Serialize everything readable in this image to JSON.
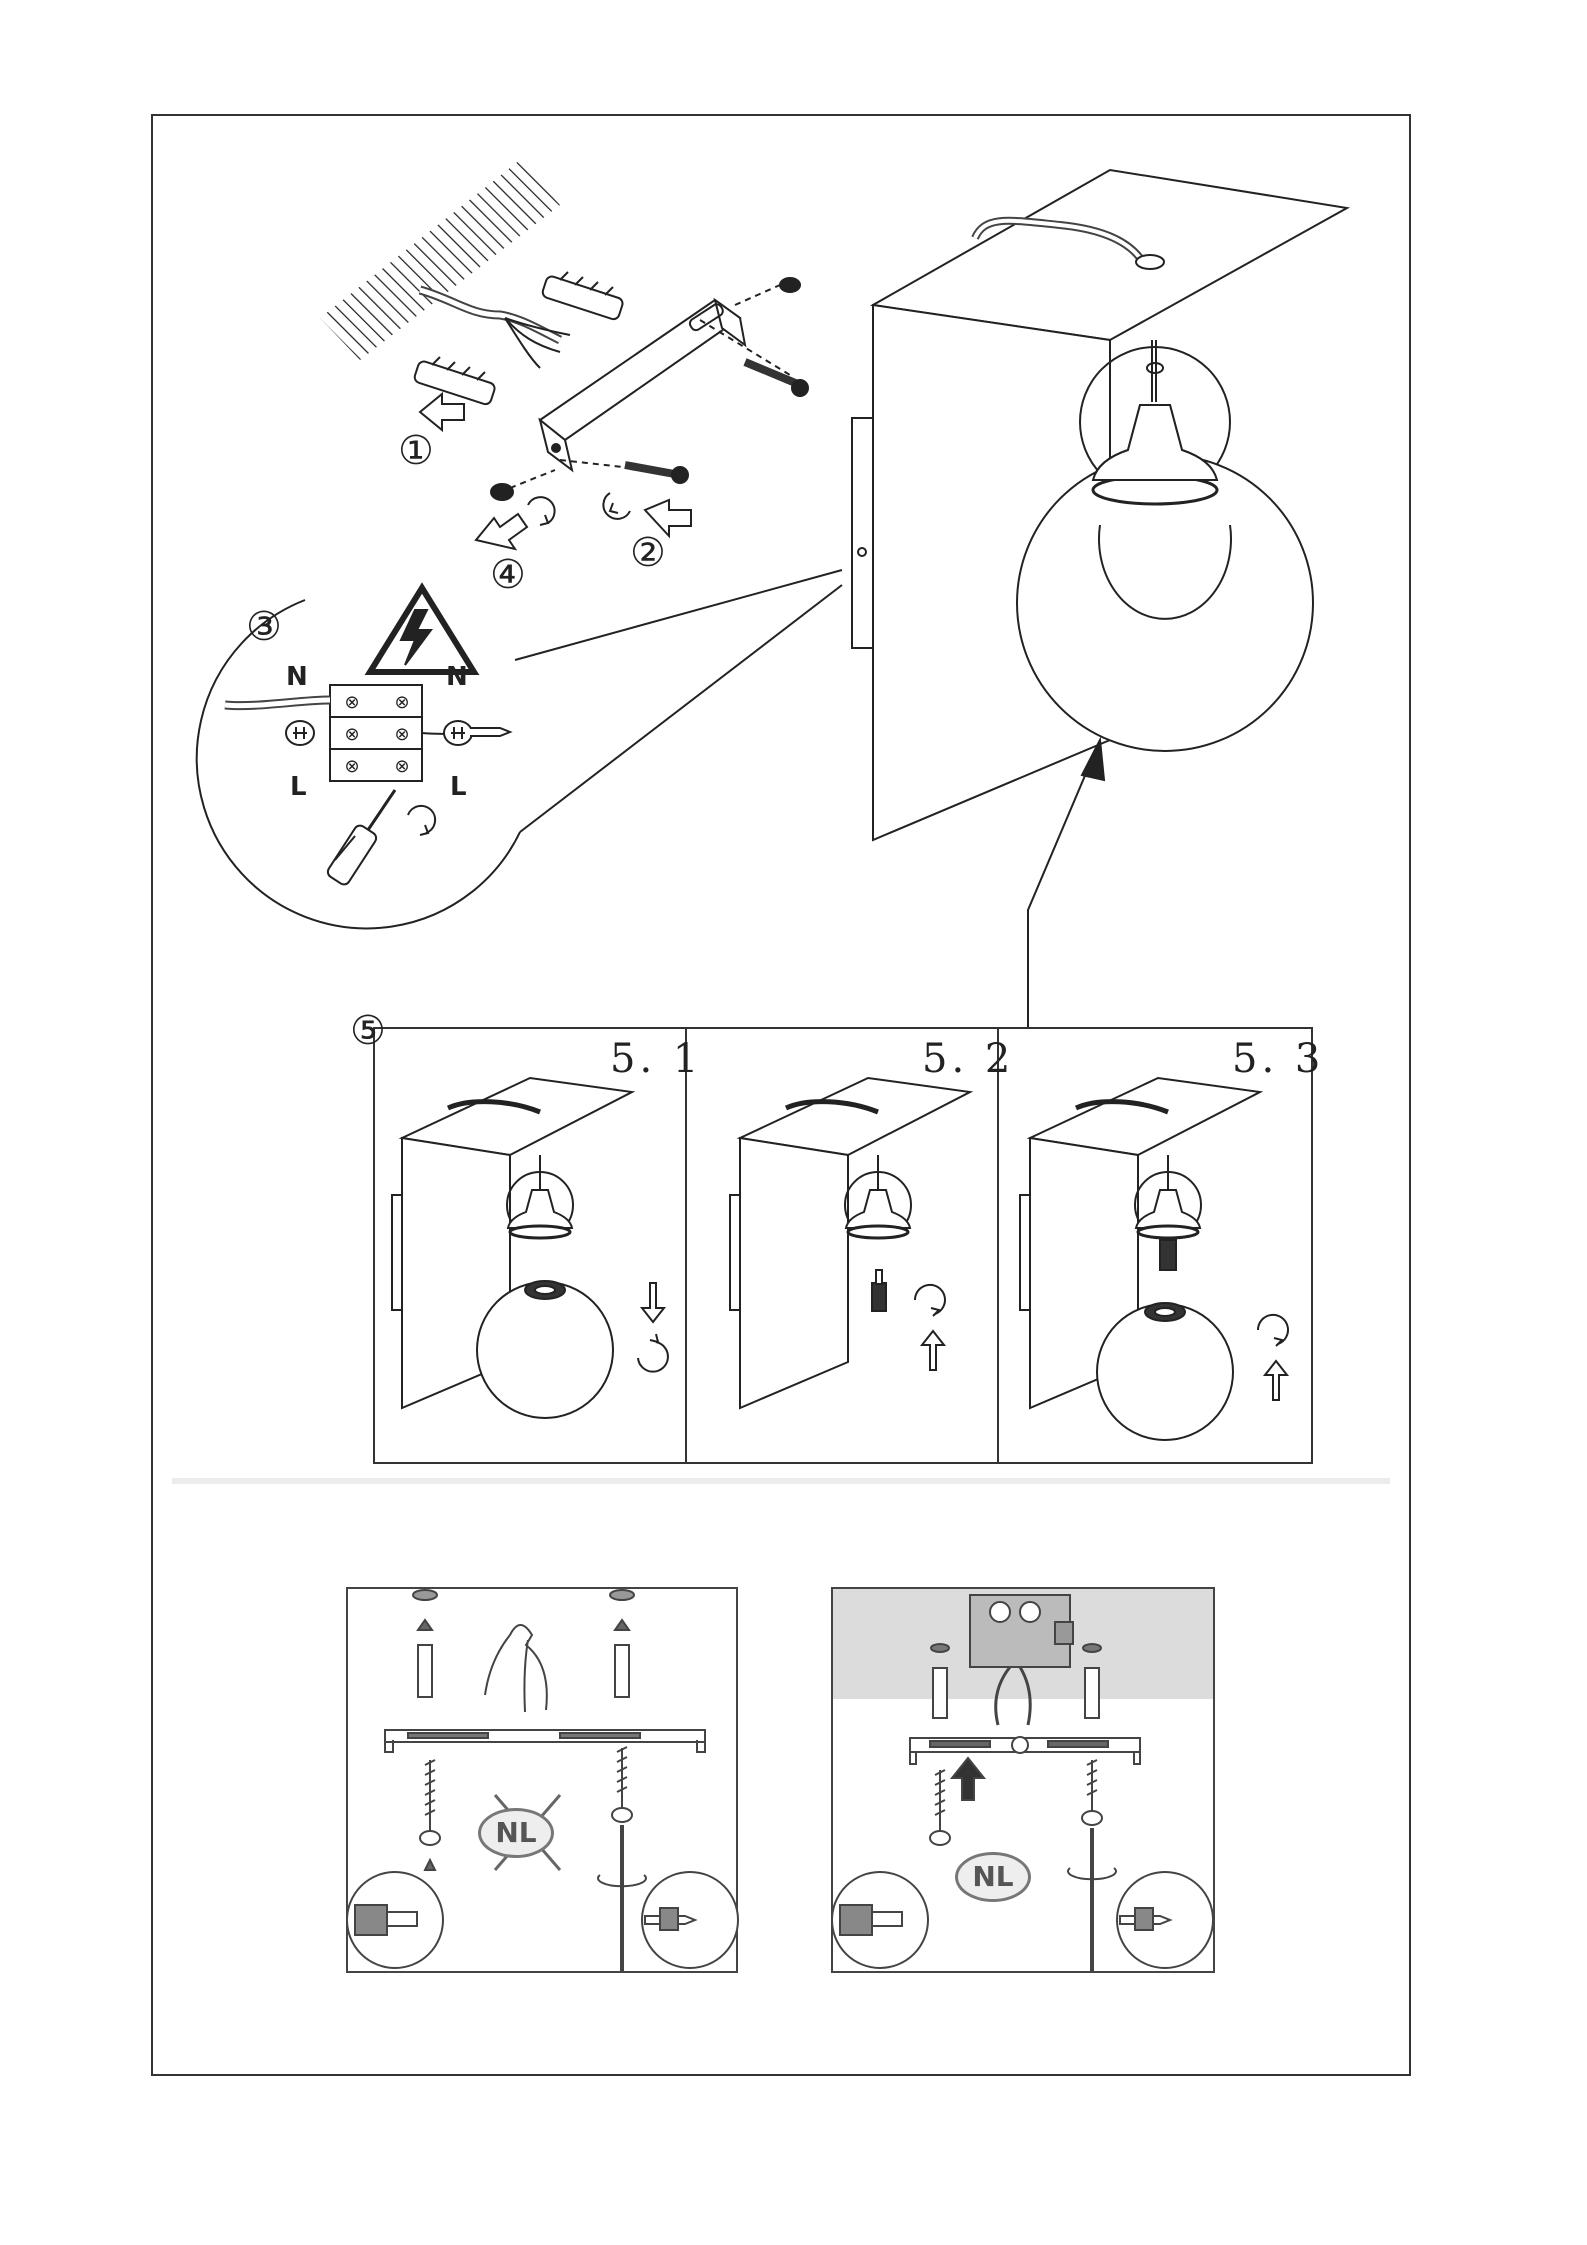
{
  "steps": {
    "s1": "①",
    "s2": "②",
    "s3": "③",
    "s4": "④",
    "s5": "⑤"
  },
  "wiring": {
    "left_top": "N",
    "right_top": "N",
    "left_bottom": "L",
    "right_bottom": "L"
  },
  "substeps": [
    "5. 1",
    "5. 2",
    "5. 3"
  ],
  "nl_badges": [
    "NL",
    "NL"
  ],
  "colors": {
    "line": "#2a2a2a",
    "frame": "#333333",
    "ceiling_bg": "#dcdcdc"
  },
  "icons": {
    "hazard": "high-voltage-warning-icon",
    "rotate": "rotate-arrow-icon",
    "screwdriver": "screwdriver-icon"
  }
}
